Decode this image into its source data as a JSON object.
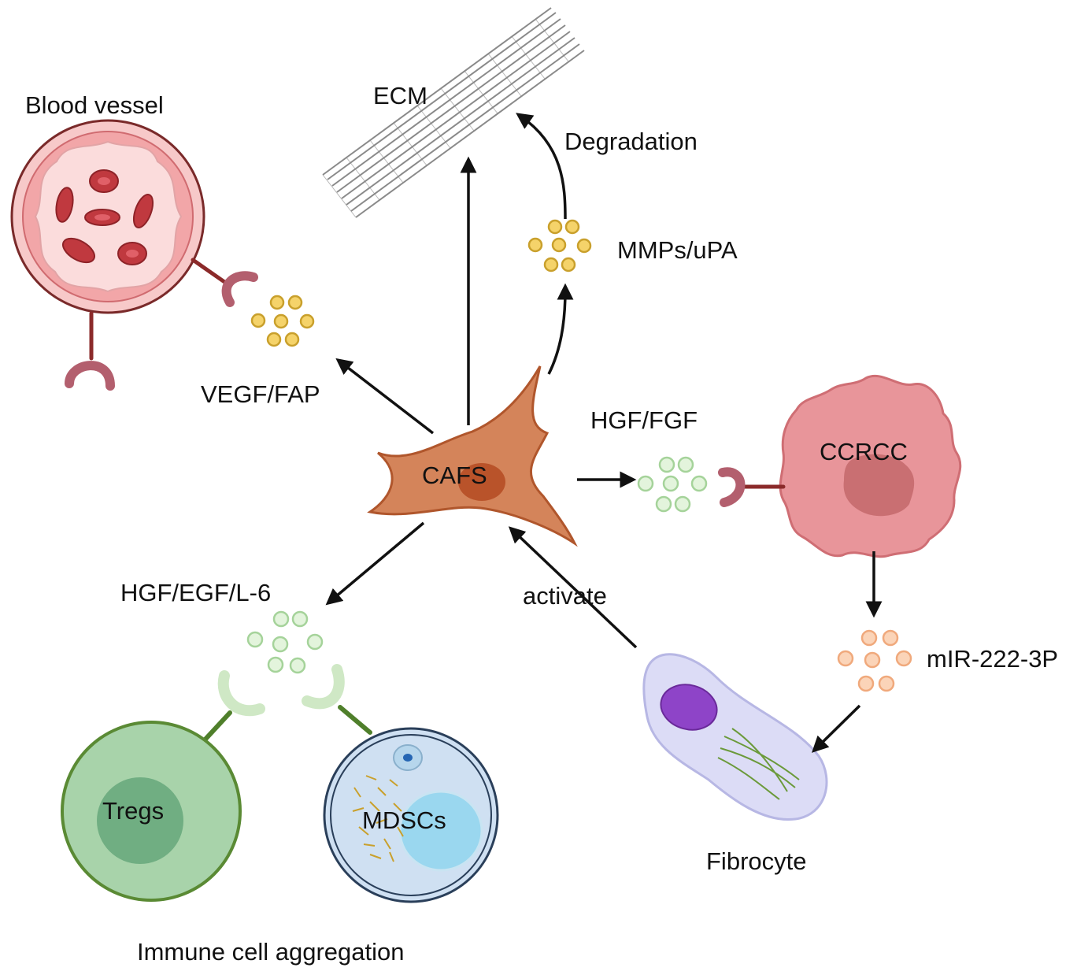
{
  "labels": {
    "blood_vessel": "Blood vessel",
    "ecm": "ECM",
    "degradation": "Degradation",
    "mmps_upa": "MMPs/uPA",
    "vegf_fap": "VEGF/FAP",
    "hgf_fgf": "HGF/FGF",
    "cafs": "CAFS",
    "ccrcc": "CCRCC",
    "hgf_egf_l6": "HGF/EGF/L-6",
    "activate": "activate",
    "mir": "mIR-222-3P",
    "tregs": "Tregs",
    "mdscs": "MDSCs",
    "fibrocyte": "Fibrocyte",
    "immune_aggregation": "Immune cell aggregation"
  },
  "colors": {
    "vessel_wall": "#f2a6a8",
    "vessel_inner": "#fbd9d9",
    "rbc": "#c0393f",
    "receptor_red": "#b35f6e",
    "yellow_particle": "#f5d36a",
    "green_particle": "#d8efcf",
    "orange_particle": "#f8c8a4",
    "caf_body": "#d4845a",
    "caf_nucleus": "#b9532a",
    "ccrcc_body": "#e8959a",
    "ccrcc_nucleus": "#c96f72",
    "treg_body": "#a8d3aa",
    "treg_nucleus": "#70ae82",
    "mdsc_body": "#cfe0f2",
    "mdsc_nucleus": "#9ad7ef",
    "fibrocyte_body": "#dcdcf6",
    "fibrocyte_nucleus": "#8e44c8",
    "arrow": "#111111"
  }
}
